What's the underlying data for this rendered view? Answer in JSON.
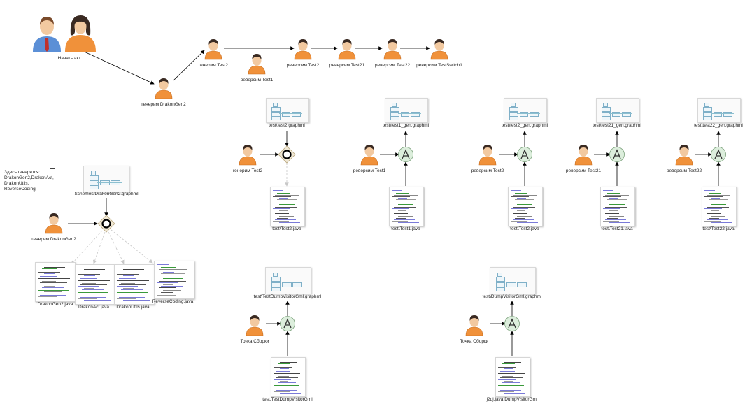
{
  "actors": {
    "start": "Начать акт",
    "gen_drakongen2_top": "генерим DrakonGen2",
    "gen_test2_top": "генерим Test2",
    "rev_test1_top": "реверсим Test1",
    "rev_test2_top": "реверсим Test2",
    "rev_test21_top": "реверсим Test21",
    "rev_test22_top": "реверсим Test22",
    "rev_testswitch1_top": "реверсим TestSwitch1",
    "gen_test2": "генерим Test2",
    "rev_test1": "реверсим Test1",
    "rev_test2": "реверсим Test2",
    "rev_test21": "реверсим Test21",
    "rev_test22": "реверсим Test22",
    "gen_drakongen2": "генерим DrakonGen2",
    "build_point_1": "Точка Сборки",
    "build_point_2": "Точка Сборки"
  },
  "note_lines": [
    "Здесь генерятся:",
    "DrakonGen2,DrakonAct,",
    "DrakonUtils,",
    "ReverseCoding"
  ],
  "files": {
    "schemes_drakongen2_graphml": "Schemes/DrakonGen2.graphml",
    "drakongen2_java": "DrakonGen2.java",
    "drakonact_java": "DrakonAct.java",
    "drakonutils_java": "DrakonUtils.java",
    "reversecoding_java": "ReverseCoding.java",
    "test_test2_graphml": "test\\test2.graphml",
    "test_test2_java": "test\\Test2.java",
    "test_test1_gen_graphml": "test\\test1_gen.graphml",
    "test_test1_java": "test\\Test1.java",
    "test_test2_gen_graphml": "test\\test2_gen.graphml",
    "test_test2_java_b": "test\\Test2.java",
    "test_test21_gen_graphml": "test\\test21_gen.graphml",
    "test_test21_java": "test\\Test21.java",
    "test_test22_gen_graphml": "test\\test22_gen.graphml",
    "test_test22_java": "test\\Test22.java",
    "test_testdumpvisitorgml_graphml": "test\\TestDumpVisitorGml.graphml",
    "test_testdumpvisitorgml_java": "test.TestDumpVisitorGml",
    "test_dumpvisitorgml_graphml": "test\\DumpVisitorGml.graphml",
    "j2dj_dumpvisitorgml_java": "j2dj.java.DumpVisitorGml"
  },
  "colors": {
    "person_orange": "#f0913a",
    "person_hair": "#3a2a22",
    "skin": "#f2c9a0",
    "man_shirt": "#5b8fd6",
    "man_tie": "#c0302b",
    "gateway_fill": "#efe7d4",
    "reverse_circle": "#dceedc",
    "edge": "#000000",
    "dashed_edge": "#c8c8c8"
  }
}
